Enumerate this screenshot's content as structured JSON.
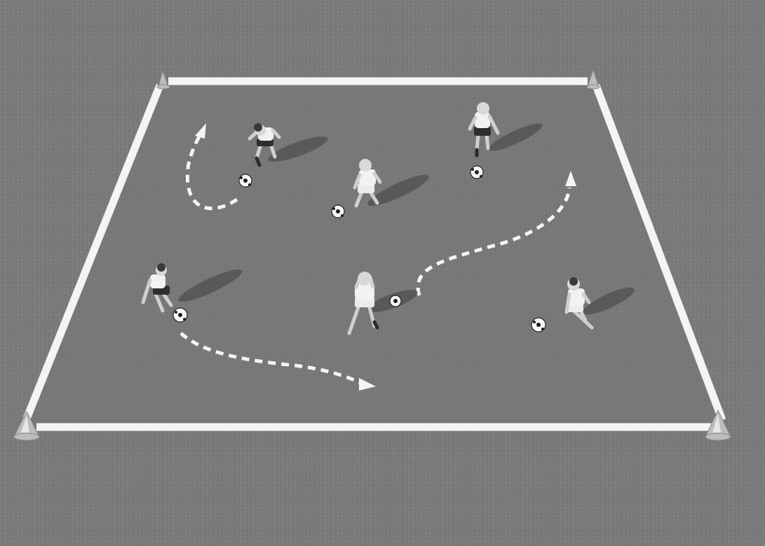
{
  "scene": {
    "grid_cones": 4,
    "players": 6,
    "balls": 6,
    "dribble_paths": 3,
    "colors": {
      "background": "#7c7c7c",
      "field": "#767676",
      "boundary": "#f4f4f4",
      "arrow": "#f5f5f5",
      "cone": "#bdbdbd"
    }
  }
}
